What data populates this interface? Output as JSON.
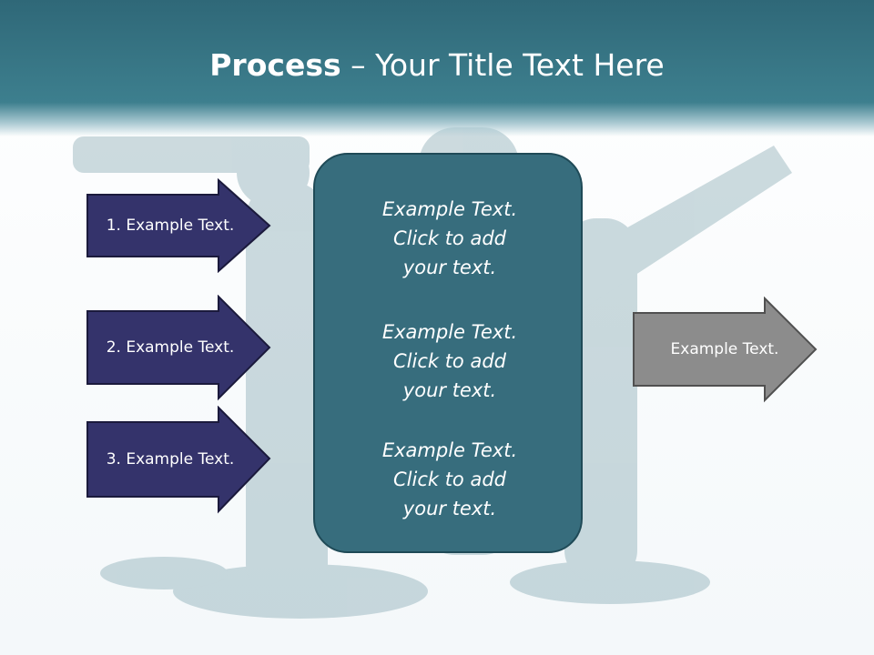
{
  "title": {
    "bold": "Process",
    "rest": " – Your Title Text Here"
  },
  "steps": [
    {
      "label": "1. Example Text."
    },
    {
      "label": "2. Example Text."
    },
    {
      "label": "3. Example Text."
    }
  ],
  "center_items": [
    {
      "line1": "Example Text.",
      "line2": "Click  to add",
      "line3": "your text."
    },
    {
      "line1": "Example Text.",
      "line2": "Click  to add",
      "line3": "your text."
    },
    {
      "line1": "Example Text.",
      "line2": "Click  to add",
      "line3": "your text."
    }
  ],
  "output": {
    "label": "Example Text."
  },
  "colors": {
    "header": "#3d7f8e",
    "step_arrow": "#34336b",
    "center_box": "#376d7d",
    "output_arrow": "#8c8c8c"
  }
}
